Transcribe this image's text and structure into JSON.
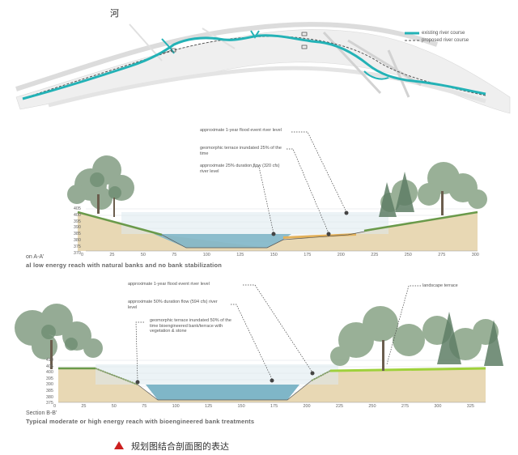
{
  "header_char": "河",
  "legend": {
    "existing": "existing river course",
    "proposed": "proposed river course",
    "existing_color": "#23b2b6",
    "proposed_color": "#555555"
  },
  "section_a": {
    "title": "on A-A'",
    "subtitle": "al low energy reach with natural banks and no bank stabilization",
    "notes": [
      "approximate 1-year flood event river level",
      "geomorphic terrace inundated 25% of the time",
      "approximate 25% duration flow (320 cfs) river level"
    ],
    "y_ticks": [
      "405",
      "400",
      "395",
      "390",
      "385",
      "380",
      "375",
      "370"
    ],
    "x_ticks": [
      "0",
      "25",
      "50",
      "75",
      "100",
      "125",
      "150",
      "175",
      "200",
      "225",
      "250",
      "275",
      "300"
    ]
  },
  "section_b": {
    "title": "Section B-B'",
    "subtitle": "Typical moderate or high energy reach with bioengineered bank treatments",
    "notes": [
      "approximate 1-year flood event river level",
      "approximate 50% duration flow (594 cfs) river level",
      "geomorphic terrace inundated 50% of the time bioengineered bank/terrace with vegetation & stone",
      "landscape terrace"
    ],
    "y_ticks": [
      "410",
      "405",
      "400",
      "395",
      "390",
      "385",
      "380",
      "375"
    ],
    "x_ticks": [
      "0",
      "25",
      "50",
      "75",
      "100",
      "125",
      "150",
      "175",
      "200",
      "225",
      "250",
      "275",
      "300",
      "325"
    ]
  },
  "caption": "规划图结合剖面图的表达",
  "caption_marker_color": "#cc1f1f"
}
